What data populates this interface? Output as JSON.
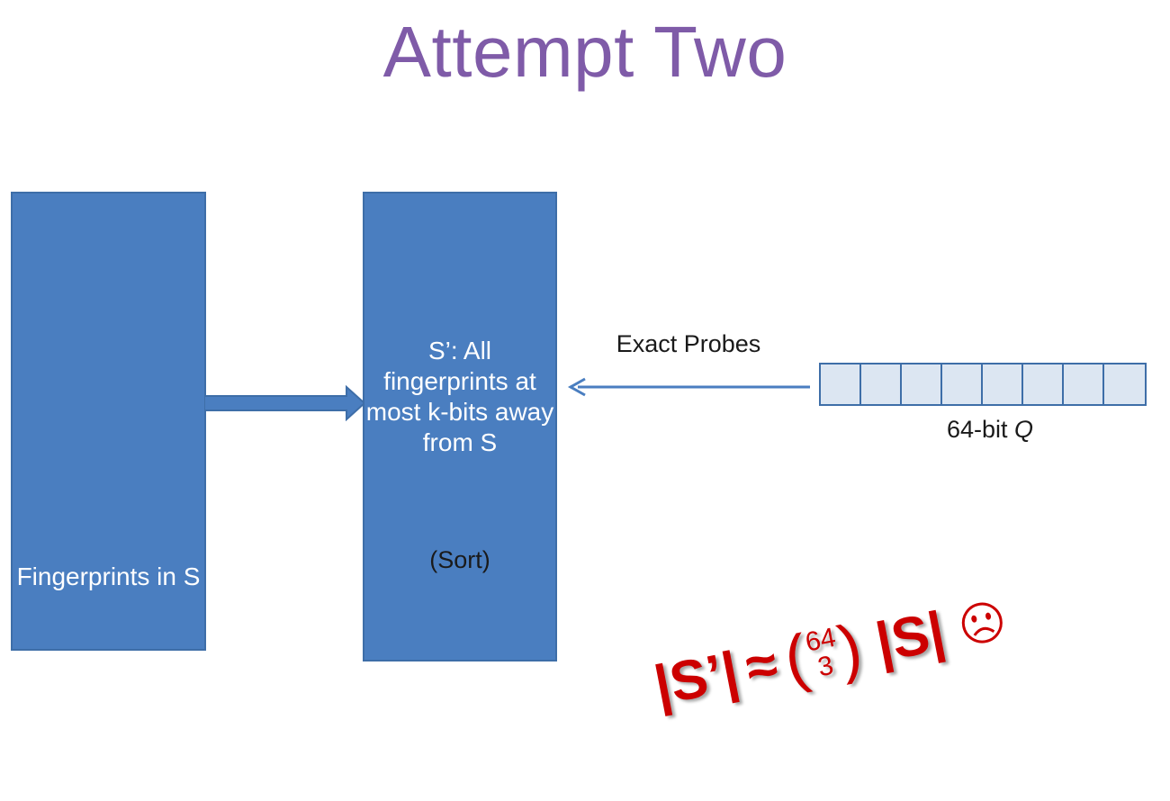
{
  "slide": {
    "title": "Attempt Two"
  },
  "left_box": {
    "label": "Fingerprints in S"
  },
  "middle_box": {
    "label": "S’: All fingerprints at  most k-bits away from S",
    "sub_label": "(Sort)"
  },
  "probe": {
    "arrow_label": "Exact Probes",
    "query_label_prefix": "64-bit ",
    "query_label_var": "Q",
    "bit_cells": 8
  },
  "formula": {
    "lhs": "|S’|",
    "approx": "≈",
    "open_paren": "(",
    "binom_top": "64",
    "binom_bottom": "3",
    "close_paren": ")",
    "rhs": "|S|",
    "emoticon": "frown-face"
  },
  "colors": {
    "title": "#7f5ba8",
    "box_fill": "#4a7ec0",
    "box_border": "#3e6ea8",
    "cell_fill": "#dce6f2",
    "formula": "#cc0000"
  }
}
